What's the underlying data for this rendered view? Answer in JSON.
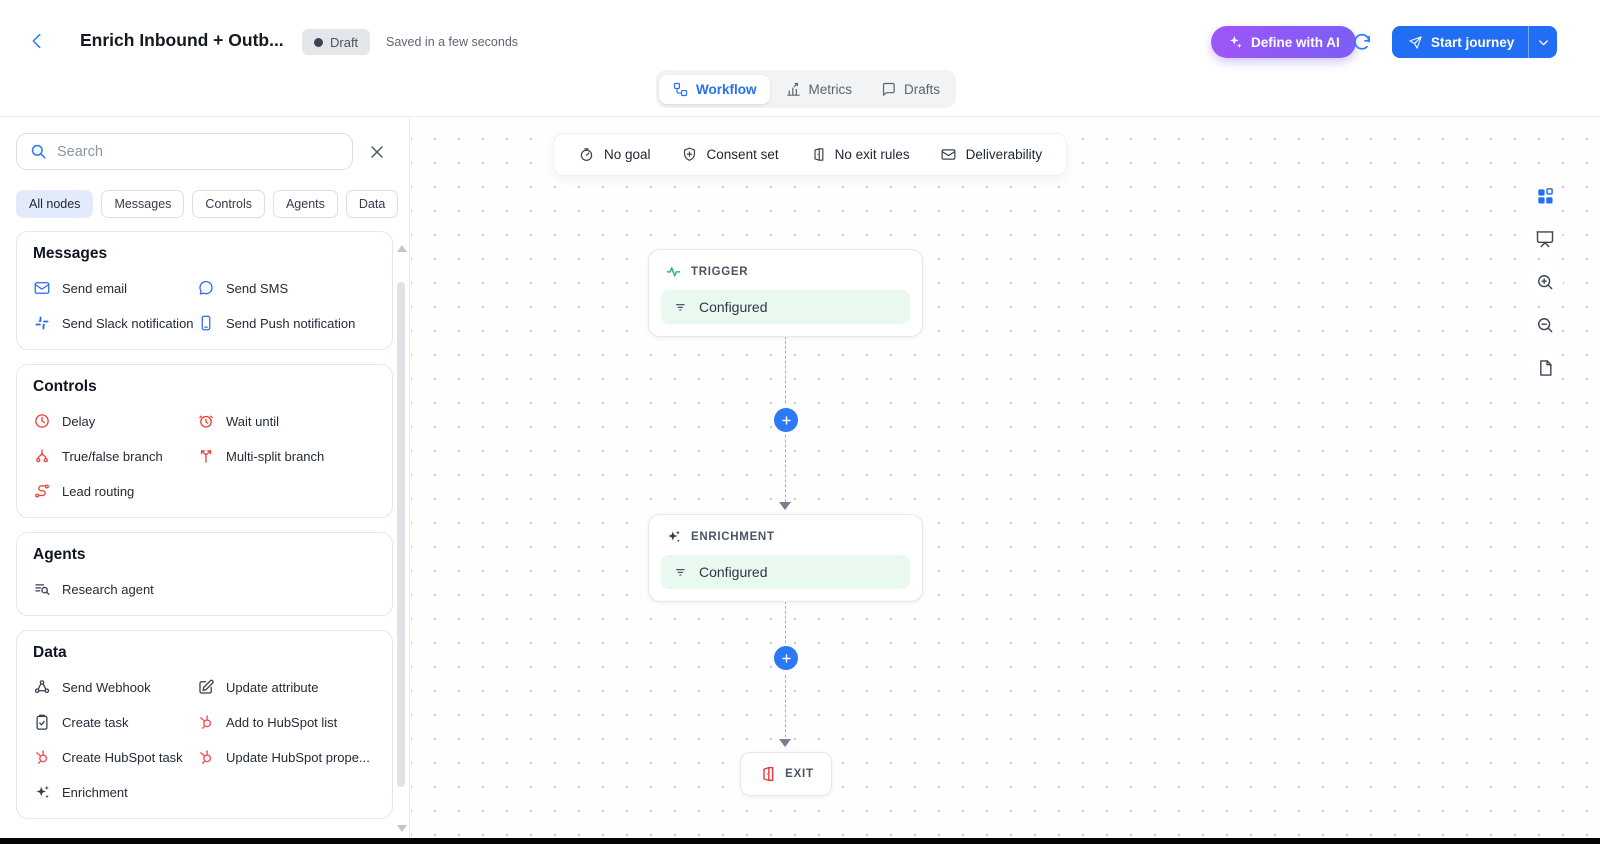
{
  "header": {
    "title": "Enrich Inbound + Outb...",
    "back_icon": "chevron-left-icon",
    "status_badge": "Draft",
    "saved_text": "Saved in a few seconds",
    "define_ai_label": "Define with AI",
    "define_ai_icon": "sparkle-icon",
    "refresh_icon": "refresh-icon",
    "start_journey_label": "Start journey",
    "start_journey_icon": "send-icon",
    "start_journey_caret_icon": "chevron-down-icon",
    "accent_blue": "#216ef4",
    "accent_purple": "#8e58f6"
  },
  "tabs": [
    {
      "label": "Workflow",
      "icon": "workflow-icon",
      "active": true
    },
    {
      "label": "Metrics",
      "icon": "metrics-icon",
      "active": false
    },
    {
      "label": "Drafts",
      "icon": "drafts-icon",
      "active": false
    }
  ],
  "sidebar": {
    "search_placeholder": "Search",
    "search_icon": "search-icon",
    "close_icon": "close-icon",
    "filters": [
      {
        "label": "All nodes",
        "active": true
      },
      {
        "label": "Messages",
        "active": false
      },
      {
        "label": "Controls",
        "active": false
      },
      {
        "label": "Agents",
        "active": false
      },
      {
        "label": "Data",
        "active": false
      }
    ],
    "sections": [
      {
        "title": "Messages",
        "items": [
          {
            "label": "Send email",
            "icon": "mail-icon",
            "color": "blue"
          },
          {
            "label": "Send SMS",
            "icon": "sms-icon",
            "color": "blue"
          },
          {
            "label": "Send Slack notification",
            "icon": "slack-icon",
            "color": "blue"
          },
          {
            "label": "Send Push notification",
            "icon": "phone-icon",
            "color": "blue"
          }
        ]
      },
      {
        "title": "Controls",
        "items": [
          {
            "label": "Delay",
            "icon": "clock-icon",
            "color": "red"
          },
          {
            "label": "Wait until",
            "icon": "alarm-icon",
            "color": "red"
          },
          {
            "label": "True/false branch",
            "icon": "branch-icon",
            "color": "red"
          },
          {
            "label": "Multi-split branch",
            "icon": "multi-split-icon",
            "color": "red"
          },
          {
            "label": "Lead routing",
            "icon": "routing-icon",
            "color": "red"
          }
        ]
      },
      {
        "title": "Agents",
        "items": [
          {
            "label": "Research agent",
            "icon": "list-search-icon",
            "color": "dark"
          }
        ]
      },
      {
        "title": "Data",
        "items": [
          {
            "label": "Send Webhook",
            "icon": "webhook-icon",
            "color": "dark"
          },
          {
            "label": "Update attribute",
            "icon": "edit-icon",
            "color": "dark"
          },
          {
            "label": "Create task",
            "icon": "clipboard-check-icon",
            "color": "dark"
          },
          {
            "label": "Add to HubSpot list",
            "icon": "hubspot-icon",
            "color": "hubspot"
          },
          {
            "label": "Create HubSpot task",
            "icon": "hubspot-icon",
            "color": "hubspot"
          },
          {
            "label": "Update HubSpot prope...",
            "icon": "hubspot-icon",
            "color": "hubspot"
          },
          {
            "label": "Enrichment",
            "icon": "sparkles-icon",
            "color": "dark"
          }
        ]
      }
    ]
  },
  "canvas": {
    "status_pills": [
      {
        "label": "No goal",
        "icon": "goal-icon"
      },
      {
        "label": "Consent set",
        "icon": "shield-plus-icon"
      },
      {
        "label": "No exit rules",
        "icon": "door-icon"
      },
      {
        "label": "Deliverability",
        "icon": "mail-check-icon"
      }
    ],
    "nodes": [
      {
        "type": "TRIGGER",
        "icon": "pulse-icon",
        "status": "Configured",
        "status_icon": "filter-icon"
      },
      {
        "type": "ENRICHMENT",
        "icon": "sparkles-icon",
        "status": "Configured",
        "status_icon": "filter-icon"
      },
      {
        "type": "EXIT",
        "icon": "exit-door-icon"
      }
    ],
    "status_green": "#e9f9ef",
    "add_step_icon": "plus-icon"
  },
  "right_toolbar": [
    {
      "icon": "layout-grid-icon",
      "active": true
    },
    {
      "icon": "presentation-icon",
      "active": false
    },
    {
      "icon": "zoom-in-icon",
      "active": false
    },
    {
      "icon": "zoom-out-icon",
      "active": false
    },
    {
      "icon": "page-icon",
      "active": false
    }
  ]
}
